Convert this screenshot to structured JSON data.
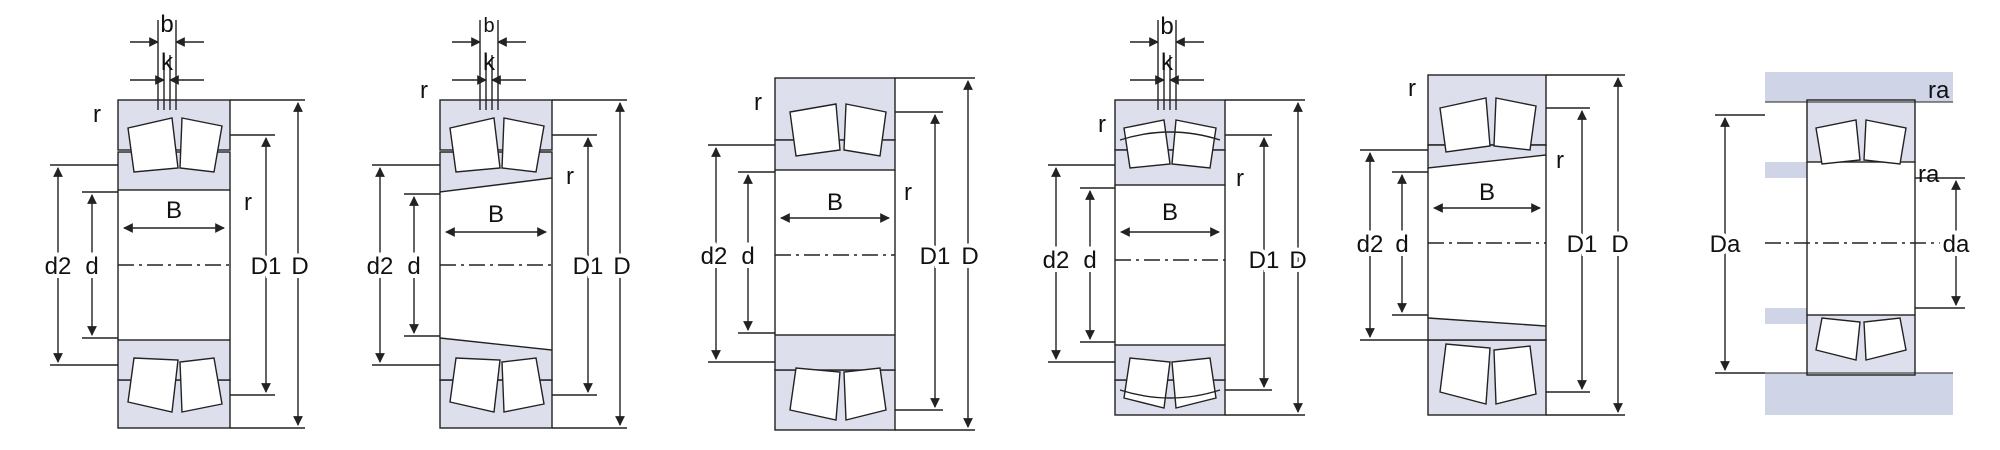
{
  "diagrams": [
    {
      "id": "seal-groove-cylindrical",
      "labels": {
        "b": "b",
        "k": "k",
        "r_top": "r",
        "r_right": "r",
        "B": "B",
        "d2": "d2",
        "d": "d",
        "D1": "D1",
        "D": "D"
      }
    },
    {
      "id": "seal-groove-tapered",
      "labels": {
        "b": "b",
        "k": "k",
        "r_top": "r",
        "r_right": "r",
        "B": "B",
        "d2": "d2",
        "d": "d",
        "D1": "D1",
        "D": "D"
      }
    },
    {
      "id": "plain-cylindrical",
      "labels": {
        "r_top": "r",
        "r_right": "r",
        "B": "B",
        "d2": "d2",
        "d": "d",
        "D1": "D1",
        "D": "D"
      }
    },
    {
      "id": "caged-seal-groove",
      "labels": {
        "b": "b",
        "k": "k",
        "r_top": "r",
        "r_right": "r",
        "B": "B",
        "d2": "d2",
        "d": "d",
        "D1": "D1",
        "D": "D"
      }
    },
    {
      "id": "plain-tapered",
      "labels": {
        "r_top": "r",
        "r_right": "r",
        "B": "B",
        "d2": "d2",
        "d": "d",
        "D1": "D1",
        "D": "D"
      }
    },
    {
      "id": "abutment",
      "labels": {
        "ra_top": "ra",
        "ra_mid": "ra",
        "Da": "Da",
        "da": "da"
      }
    }
  ],
  "colors": {
    "line": "#222222",
    "fill": "#dde0ec",
    "housing": "#cfd4e6",
    "roller": "#ffffff"
  }
}
